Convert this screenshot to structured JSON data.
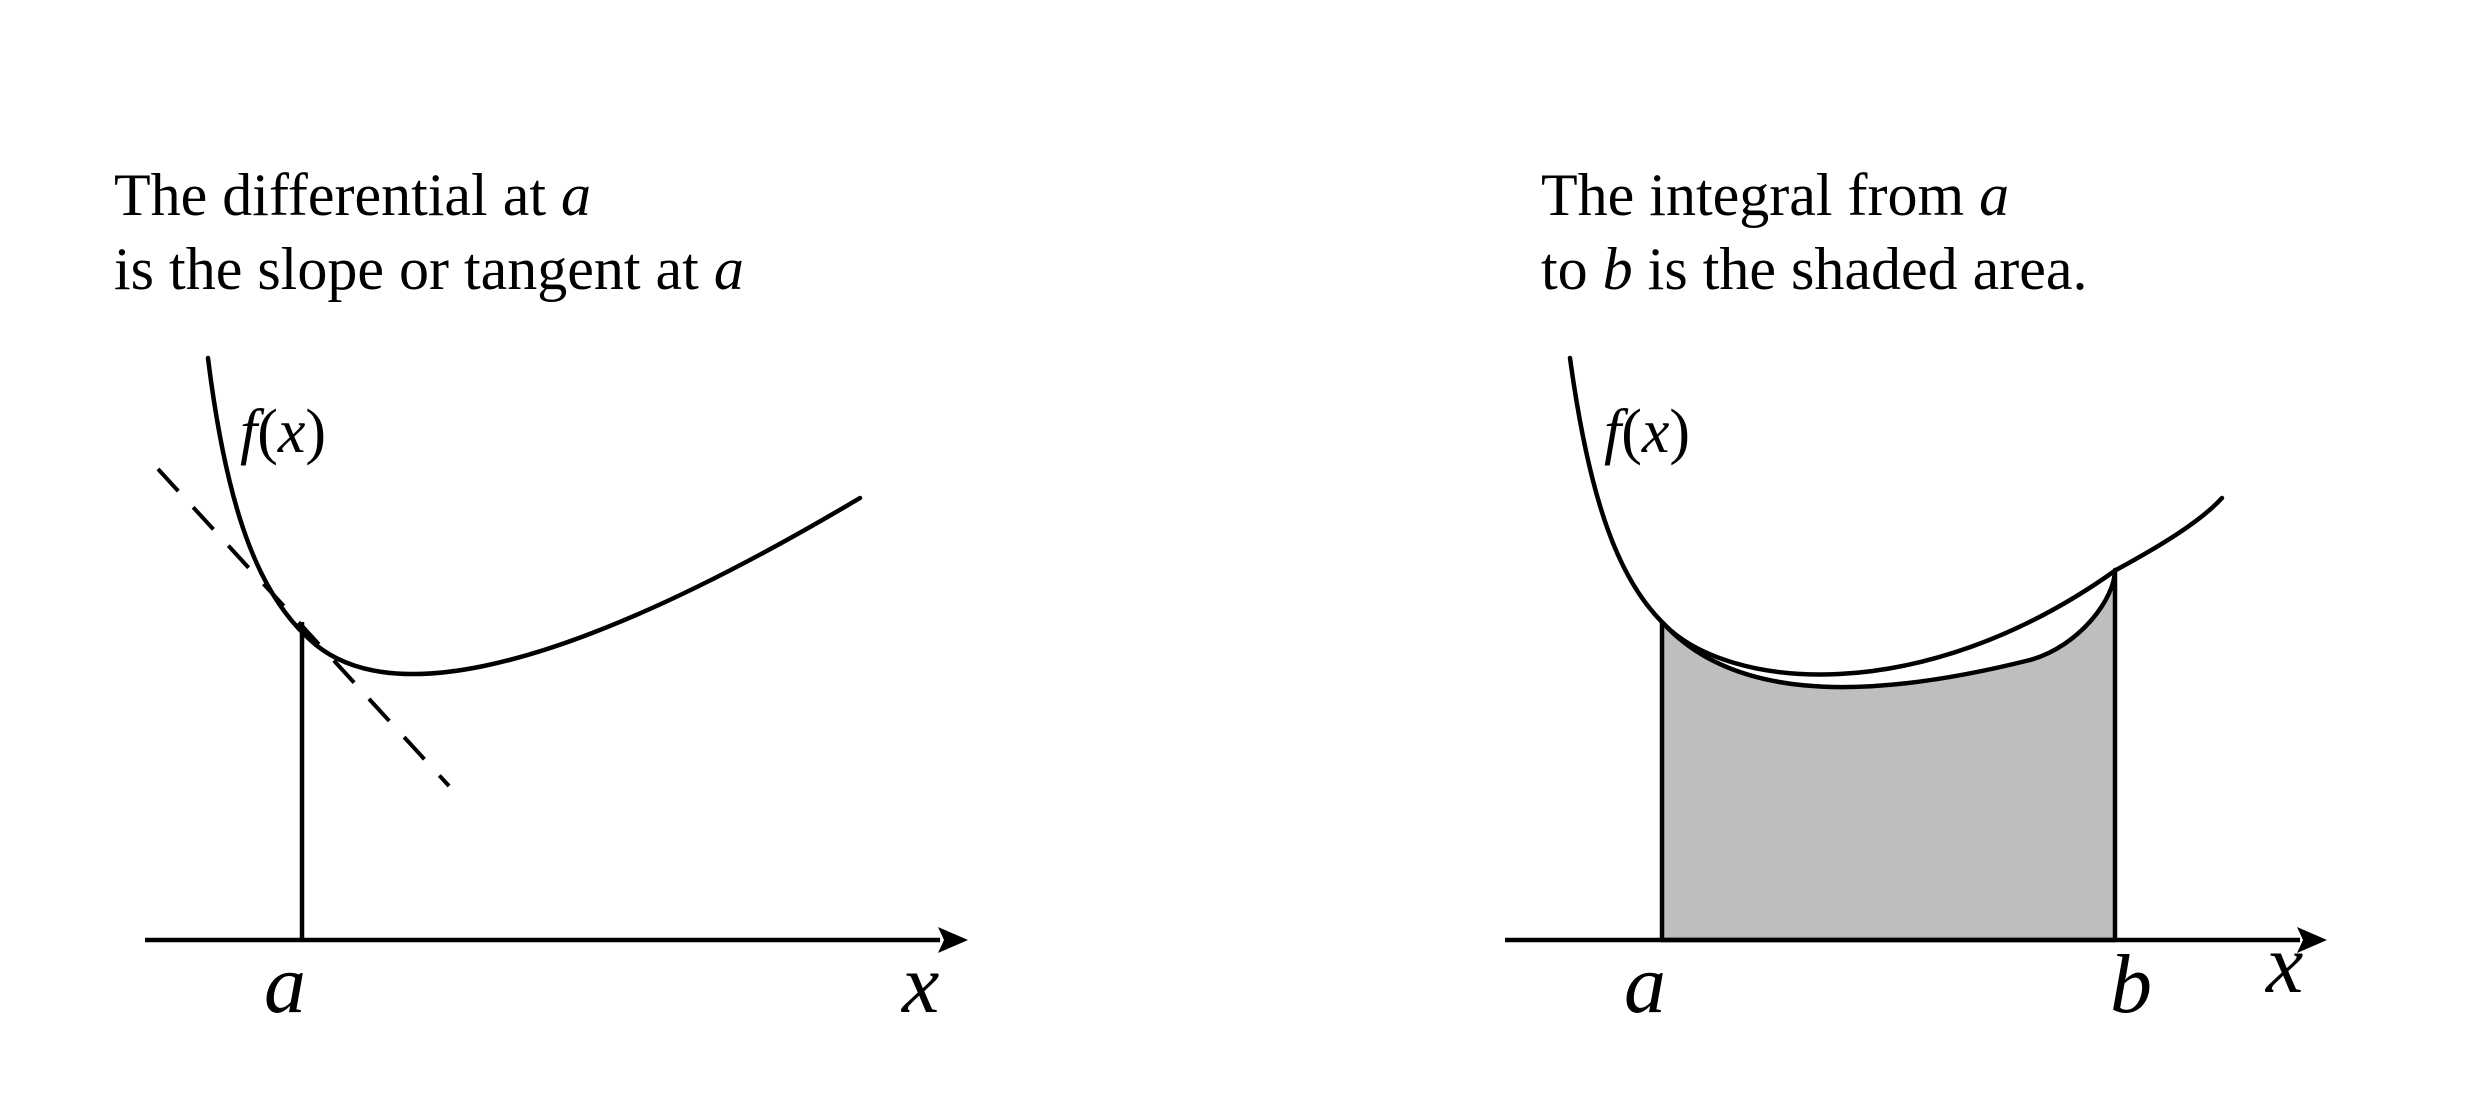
{
  "left_panel": {
    "caption_line1_text": "The differential at ",
    "caption_line1_var": "a",
    "caption_line2_text": "is the slope or tangent at ",
    "caption_line2_var": "a",
    "function_name": "f",
    "function_open": "(",
    "function_arg": "x",
    "function_close": ")",
    "point_label": "a",
    "axis_label": "x"
  },
  "right_panel": {
    "caption_line1_text": "The integral from ",
    "caption_line1_var": "a",
    "caption_line2_pre": "to ",
    "caption_line2_var": "b",
    "caption_line2_post": " is the shaded area.",
    "function_name": "f",
    "function_open": "(",
    "function_arg": "x",
    "function_close": ")",
    "lower_label": "a",
    "upper_label": "b",
    "axis_label": "x"
  },
  "colors": {
    "curve": "#000000",
    "shaded_area": "#bebebe",
    "background": "#ffffff"
  }
}
